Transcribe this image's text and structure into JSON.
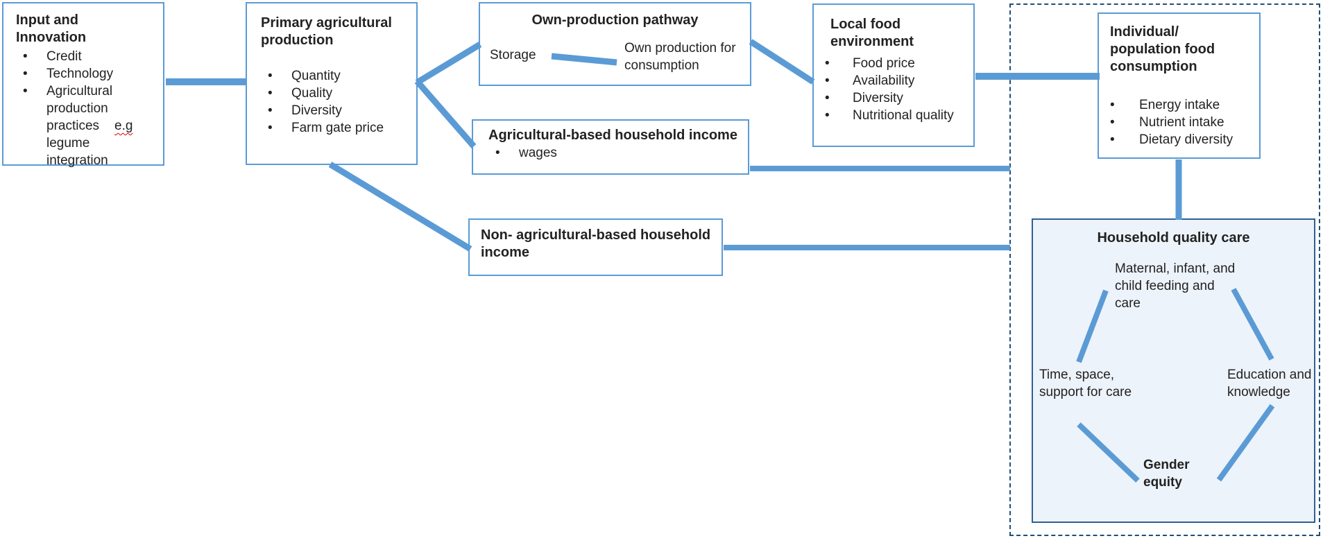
{
  "diagram": {
    "boxes": {
      "input_innovation": {
        "title": "Input and Innovation",
        "items": [
          "Credit",
          "Technology"
        ],
        "practices_item": {
          "lead": "Agricultural production practices",
          "highlight": "e.g",
          "tail": "legume integration"
        }
      },
      "primary_production": {
        "title": "Primary agricultural production",
        "items": [
          "Quantity",
          "Quality",
          "Diversity",
          "Farm gate price"
        ]
      },
      "own_production_pathway": {
        "title": "Own-production pathway",
        "storage_label": "Storage",
        "consumption_label": "Own production for consumption"
      },
      "agricultural_income": {
        "title": "Agricultural-based household income",
        "items": [
          "wages"
        ]
      },
      "non_agricultural_income": {
        "title": "Non- agricultural-based household income"
      },
      "local_food_environment": {
        "title": "Local food environment",
        "items": [
          "Food price",
          "Availability",
          "Diversity",
          "Nutritional quality"
        ]
      },
      "individual_consumption": {
        "title": "Individual/ population food consumption",
        "items": [
          "Energy intake",
          "Nutrient intake",
          "Dietary diversity"
        ]
      },
      "household_quality_care": {
        "title": "Household quality care",
        "nodes": {
          "maternal": "Maternal, infant, and child feeding and care",
          "time_space": "Time, space, support for care",
          "education": "Education and knowledge",
          "gender": "Gender equity"
        }
      }
    },
    "colors": {
      "box_border": "#5b9bd5",
      "connector": "#5b9bd5",
      "dashed_border": "#1f4e79",
      "household_fill": "#edf3fa",
      "household_border": "#2e6094",
      "text": "#222222",
      "spellcheck_underline": "#e00000"
    }
  }
}
